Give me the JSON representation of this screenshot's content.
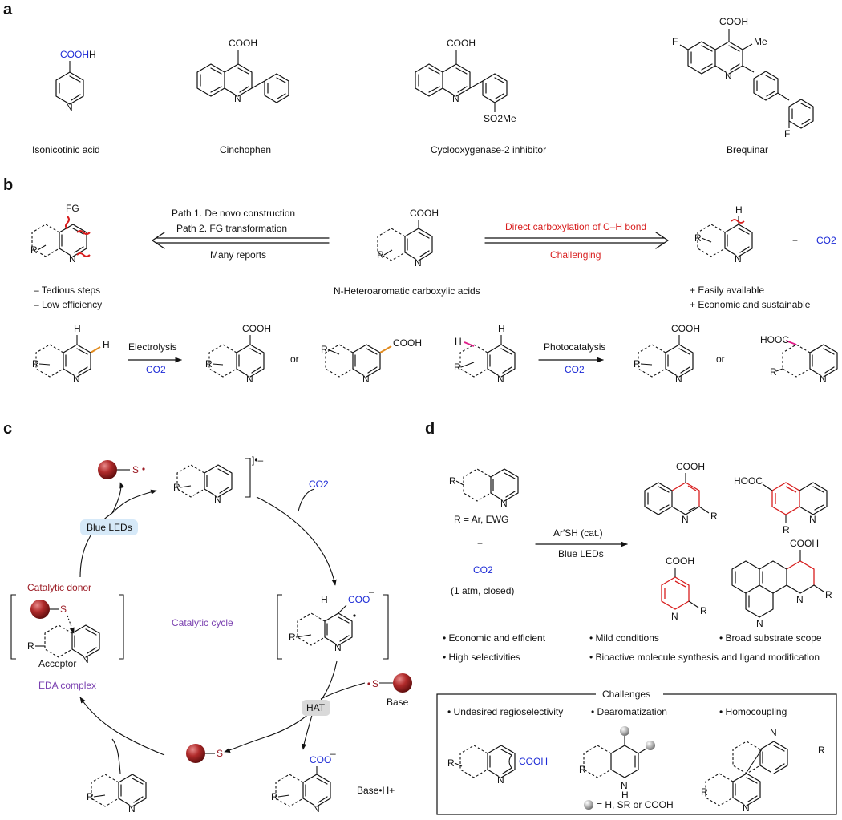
{
  "panels": {
    "a": "a",
    "b": "b",
    "c": "c",
    "d": "d"
  },
  "atoms": {
    "N": "N",
    "H": "H",
    "R": "R",
    "F": "F",
    "Me": "Me",
    "FG": "FG",
    "R_prime": "R",
    "COOH": "COOH",
    "HOOC": "HOOC",
    "COO": "COO",
    "CO2": "CO2",
    "SO2Me": "SO2Me",
    "S": "S",
    "plus": "+",
    "or": "or"
  },
  "panel_a": {
    "compounds": [
      "Isonicotinic acid",
      "Cinchophen",
      "Cyclooxygenase-2 inhibitor",
      "Brequinar"
    ]
  },
  "panel_b": {
    "path1": "Path 1. De novo construction",
    "path2": "Path 2. FG transformation",
    "many_reports": "Many reports",
    "direct": "Direct carboxylation of C–H bond",
    "challenging": "Challenging",
    "center_caption": "N-Heteroaromatic carboxylic acids",
    "cons": [
      "– Tedious steps",
      "– Low efficiency"
    ],
    "pros": [
      "+  Easily available",
      "+  Economic and sustainable"
    ],
    "electrolysis": "Electrolysis",
    "photocatalysis": "Photocatalysis"
  },
  "panel_c": {
    "blue_leds": "Blue LEDs",
    "catalytic_donor": "Catalytic donor",
    "catalytic_cycle": "Catalytic cycle",
    "acceptor": "Acceptor",
    "eda_complex": "EDA complex",
    "hat": "HAT",
    "base": "Base",
    "base_h": "Base•H+",
    "radical_anion": "]•–"
  },
  "panel_d": {
    "r_def": "R = Ar, EWG",
    "conditions_top": "Ar′SH (cat.)",
    "conditions_bottom": "Blue LEDs",
    "pressure": "(1 atm, closed)",
    "features": [
      "• Economic and efficient",
      "• Mild conditions",
      "• Broad substrate scope",
      "• High selectivities",
      "• Bioactive molecule synthesis and ligand modification"
    ],
    "challenges_title": "Challenges",
    "challenges": [
      "• Undesired regioselectivity",
      "• Dearomatization",
      "• Homocoupling"
    ],
    "legend": "= H, SR or COOH"
  },
  "colors": {
    "blue": "#1c2ad6",
    "red": "#d81e1e",
    "purple": "#7a40b0",
    "darkred": "#9b1b24",
    "hat_bg": "#d9d9d9",
    "leds_bg": "#d6e9f8"
  }
}
